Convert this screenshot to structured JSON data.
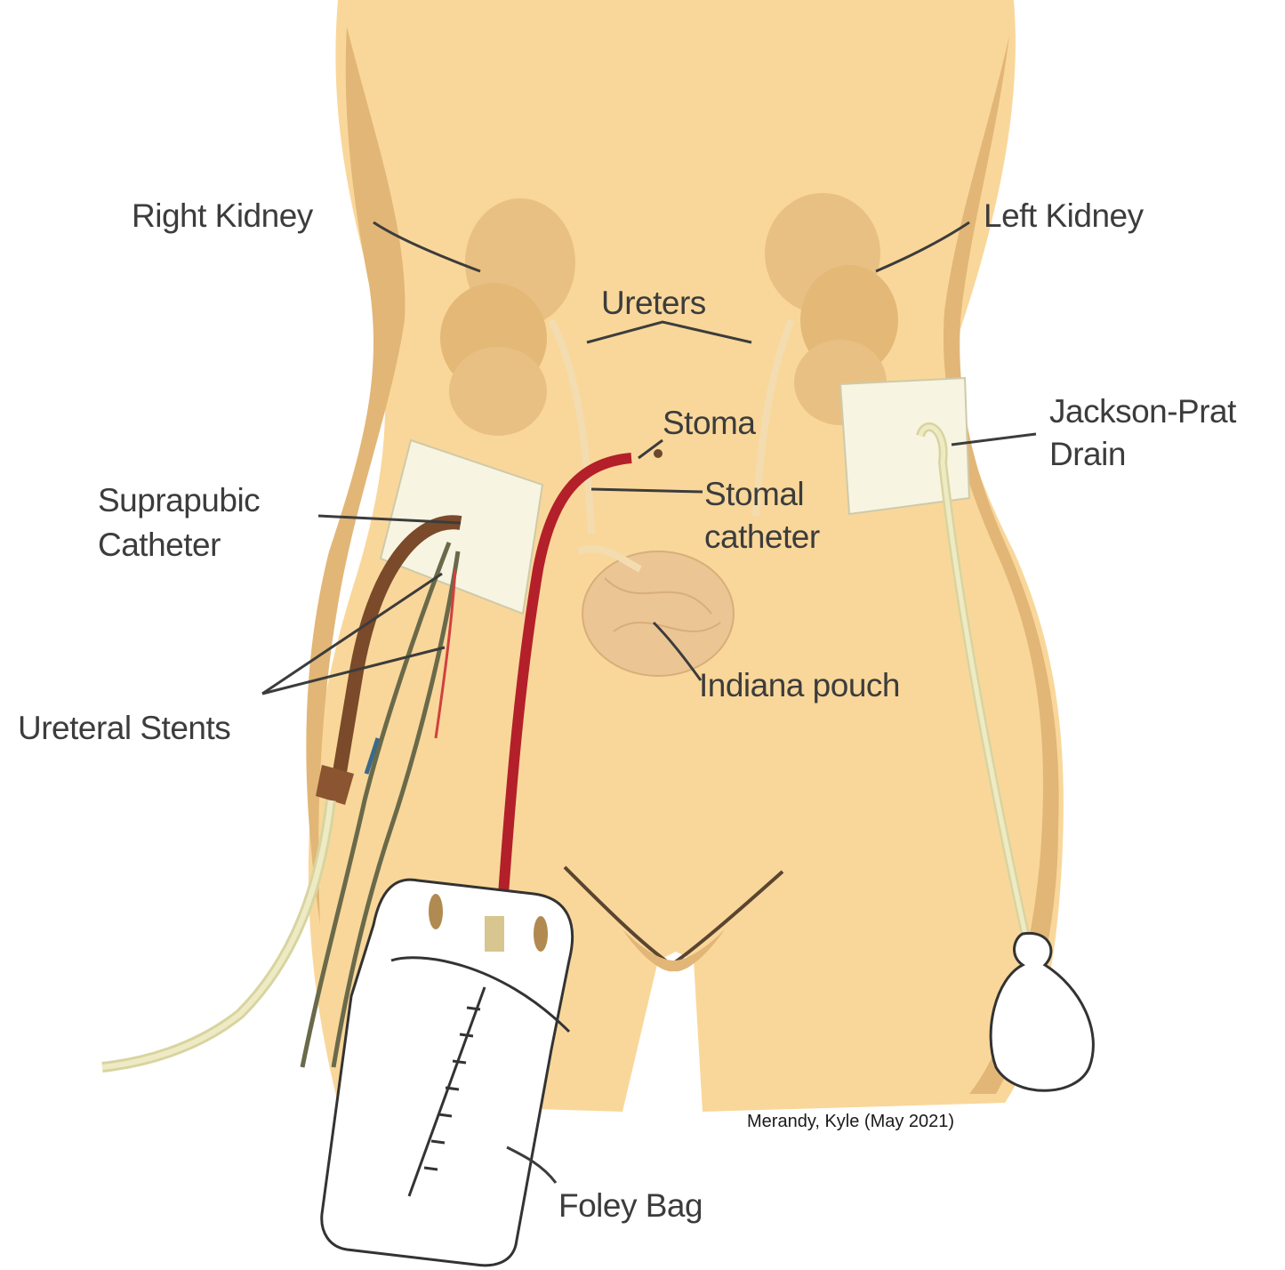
{
  "labels": {
    "right_kidney": "Right Kidney",
    "left_kidney": "Left Kidney",
    "ureters": "Ureters",
    "stoma": "Stoma",
    "jackson_prat_line1": "Jackson-Prat",
    "jackson_prat_line2": "Drain",
    "suprapubic_line1": "Suprapubic",
    "suprapubic_line2": "Catheter",
    "stomal_line1": "Stomal",
    "stomal_line2": "catheter",
    "indiana_pouch": "Indiana pouch",
    "ureteral_stents": "Ureteral Stents",
    "foley_bag": "Foley Bag"
  },
  "credit": "Merandy, Kyle (May 2021)",
  "colors": {
    "skin": "#f9d79a",
    "skin_shadow": "#e2b677",
    "kidney": "#e9c083",
    "gauze": "#f7f4e2",
    "suprapubic_catheter": "#7a4a2a",
    "stomal_catheter": "#b3202a",
    "drain_tube": "#e6e3b4",
    "label_text": "#3c3c3c"
  }
}
